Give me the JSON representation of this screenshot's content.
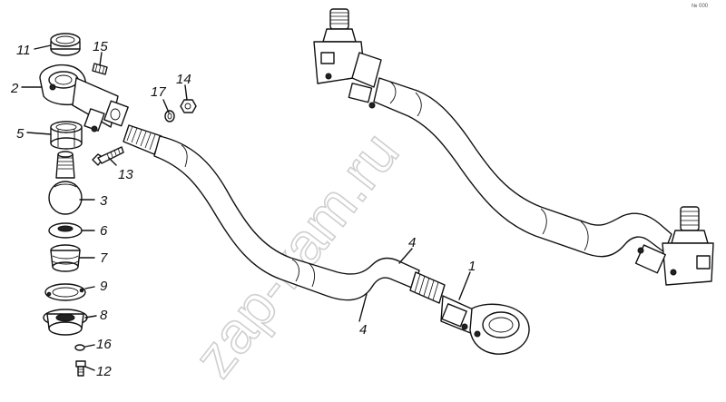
{
  "diagram": {
    "watermark": "zap-kam.ru",
    "stamp": "№ 000",
    "callouts": {
      "c11": "11",
      "c15": "15",
      "c2": "2",
      "c17": "17",
      "c14": "14",
      "c5": "5",
      "c13": "13",
      "c3": "3",
      "c6": "6",
      "c7": "7",
      "c9": "9",
      "c8": "8",
      "c16": "16",
      "c12": "12",
      "c4a": "4",
      "c4b": "4",
      "c1": "1"
    }
  }
}
